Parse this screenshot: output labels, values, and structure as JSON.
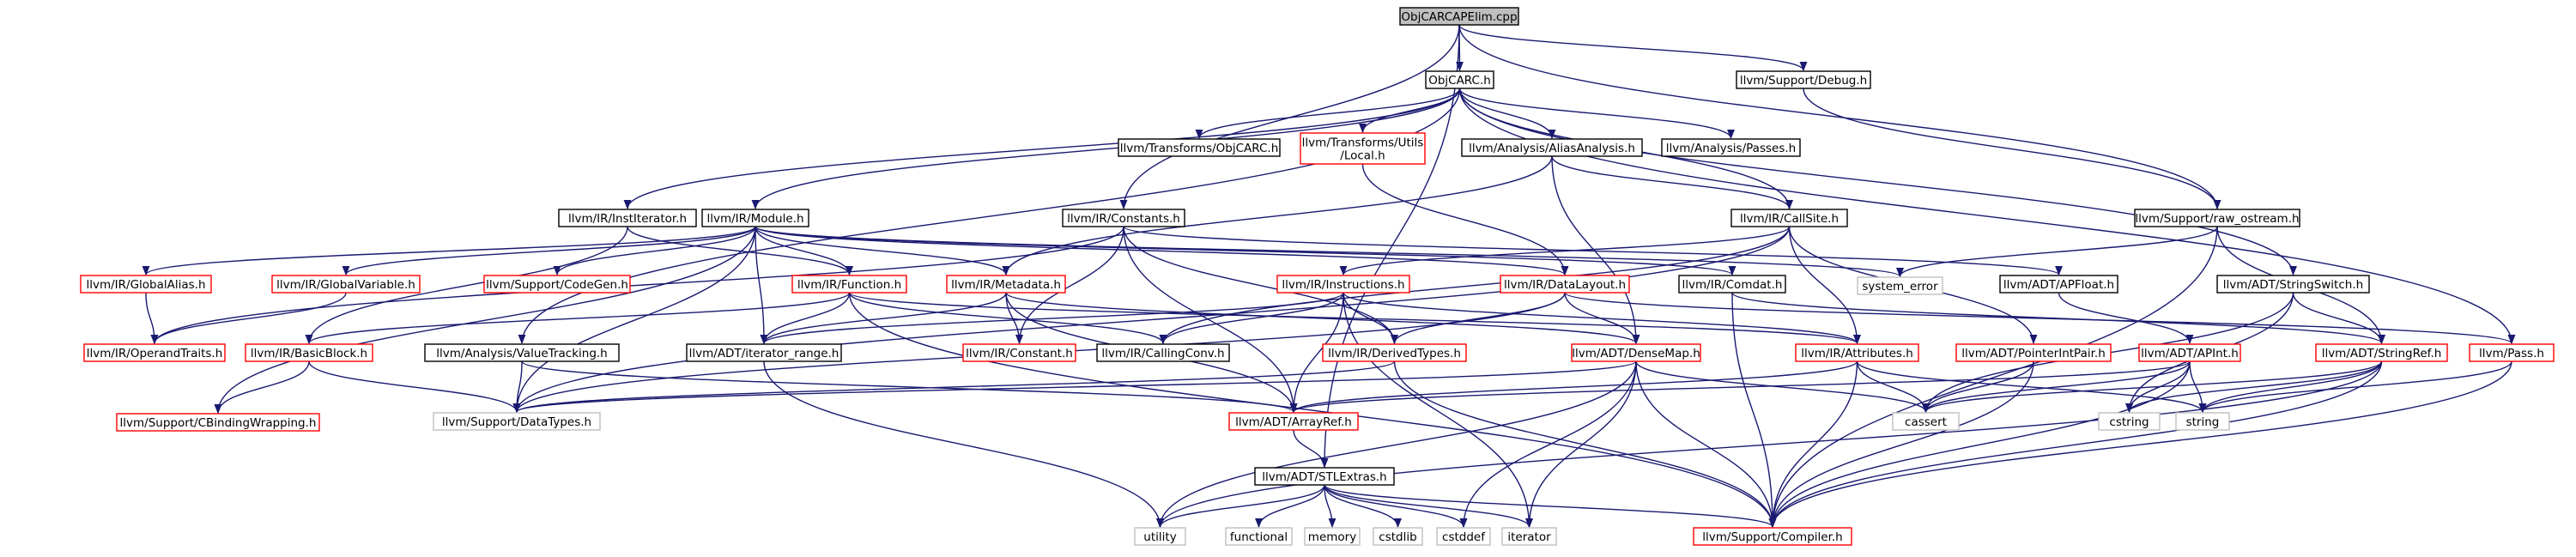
{
  "colors": {
    "edge": "#191970",
    "root_fill": "#bfbfbf",
    "normal_border": "#000000",
    "red_border": "#ff0000",
    "gray_border": "#bfbfbf",
    "text": "#000000"
  },
  "nodes": [
    {
      "id": "objcarcapelim",
      "label": "ObjCARCAPElim.cpp",
      "style": "root"
    },
    {
      "id": "objcarc",
      "label": "ObjCARC.h",
      "style": "normal"
    },
    {
      "id": "debug",
      "label": "llvm/Support/Debug.h",
      "style": "normal"
    },
    {
      "id": "institerator",
      "label": "llvm/IR/InstIterator.h",
      "style": "normal"
    },
    {
      "id": "module",
      "label": "llvm/IR/Module.h",
      "style": "normal"
    },
    {
      "id": "transforms_objcarc",
      "label": "llvm/Transforms/ObjCARC.h",
      "style": "normal"
    },
    {
      "id": "transforms_local",
      "label": "llvm/Transforms/Utils\n/Local.h",
      "style": "red"
    },
    {
      "id": "aliasanalysis",
      "label": "llvm/Analysis/AliasAnalysis.h",
      "style": "normal"
    },
    {
      "id": "passes",
      "label": "llvm/Analysis/Passes.h",
      "style": "normal"
    },
    {
      "id": "constants",
      "label": "llvm/IR/Constants.h",
      "style": "normal"
    },
    {
      "id": "callsite",
      "label": "llvm/IR/CallSite.h",
      "style": "normal"
    },
    {
      "id": "raw_ostream",
      "label": "llvm/Support/raw_ostream.h",
      "style": "normal"
    },
    {
      "id": "globalalias",
      "label": "llvm/IR/GlobalAlias.h",
      "style": "red"
    },
    {
      "id": "globalvariable",
      "label": "llvm/IR/GlobalVariable.h",
      "style": "red"
    },
    {
      "id": "codegen",
      "label": "llvm/Support/CodeGen.h",
      "style": "red"
    },
    {
      "id": "function",
      "label": "llvm/IR/Function.h",
      "style": "red"
    },
    {
      "id": "metadata",
      "label": "llvm/IR/Metadata.h",
      "style": "red"
    },
    {
      "id": "instructions",
      "label": "llvm/IR/Instructions.h",
      "style": "red"
    },
    {
      "id": "datalayout",
      "label": "llvm/IR/DataLayout.h",
      "style": "red"
    },
    {
      "id": "comdat",
      "label": "llvm/IR/Comdat.h",
      "style": "normal"
    },
    {
      "id": "system_error",
      "label": "system_error",
      "style": "gray"
    },
    {
      "id": "apfloat",
      "label": "llvm/ADT/APFloat.h",
      "style": "normal"
    },
    {
      "id": "stringswitch",
      "label": "llvm/ADT/StringSwitch.h",
      "style": "normal"
    },
    {
      "id": "operandtraits",
      "label": "llvm/IR/OperandTraits.h",
      "style": "red"
    },
    {
      "id": "basicblock",
      "label": "llvm/IR/BasicBlock.h",
      "style": "red"
    },
    {
      "id": "iterator_range",
      "label": "llvm/ADT/iterator_range.h",
      "style": "normal"
    },
    {
      "id": "ir_constant",
      "label": "llvm/IR/Constant.h",
      "style": "red"
    },
    {
      "id": "callingconv",
      "label": "llvm/IR/CallingConv.h",
      "style": "normal"
    },
    {
      "id": "derivedtypes",
      "label": "llvm/IR/DerivedTypes.h",
      "style": "red"
    },
    {
      "id": "densemap",
      "label": "llvm/ADT/DenseMap.h",
      "style": "red"
    },
    {
      "id": "attributes",
      "label": "llvm/IR/Attributes.h",
      "style": "red"
    },
    {
      "id": "pointerintpair",
      "label": "llvm/ADT/PointerIntPair.h",
      "style": "red"
    },
    {
      "id": "apint",
      "label": "llvm/ADT/APInt.h",
      "style": "red"
    },
    {
      "id": "stringref",
      "label": "llvm/ADT/StringRef.h",
      "style": "red"
    },
    {
      "id": "pass",
      "label": "llvm/Pass.h",
      "style": "red"
    },
    {
      "id": "cbindingwrapping",
      "label": "llvm/Support/CBindingWrapping.h",
      "style": "red"
    },
    {
      "id": "datatypes",
      "label": "llvm/Support/DataTypes.h",
      "style": "gray"
    },
    {
      "id": "valuetracking",
      "label": "llvm/Analysis/ValueTracking.h",
      "style": "normal"
    },
    {
      "id": "arrayref",
      "label": "llvm/ADT/ArrayRef.h",
      "style": "red"
    },
    {
      "id": "cassert",
      "label": "cassert",
      "style": "gray"
    },
    {
      "id": "cstring",
      "label": "cstring",
      "style": "gray"
    },
    {
      "id": "string",
      "label": "string",
      "style": "gray"
    },
    {
      "id": "stlextras",
      "label": "llvm/ADT/STLExtras.h",
      "style": "normal"
    },
    {
      "id": "utility",
      "label": "utility",
      "style": "gray"
    },
    {
      "id": "functional",
      "label": "functional",
      "style": "gray"
    },
    {
      "id": "memory",
      "label": "memory",
      "style": "gray"
    },
    {
      "id": "cstdlib",
      "label": "cstdlib",
      "style": "gray"
    },
    {
      "id": "cstddef",
      "label": "cstddef",
      "style": "gray"
    },
    {
      "id": "iterator",
      "label": "iterator",
      "style": "gray"
    },
    {
      "id": "compiler",
      "label": "llvm/Support/Compiler.h",
      "style": "red"
    }
  ],
  "edges": [
    [
      "objcarcapelim",
      "objcarc"
    ],
    [
      "objcarcapelim",
      "debug"
    ],
    [
      "objcarcapelim",
      "constants"
    ],
    [
      "objcarcapelim",
      "raw_ostream"
    ],
    [
      "objcarcapelim",
      "stlextras"
    ],
    [
      "objcarc",
      "institerator"
    ],
    [
      "objcarc",
      "module"
    ],
    [
      "objcarc",
      "transforms_objcarc"
    ],
    [
      "objcarc",
      "transforms_local"
    ],
    [
      "objcarc",
      "aliasanalysis"
    ],
    [
      "objcarc",
      "passes"
    ],
    [
      "objcarc",
      "callsite"
    ],
    [
      "objcarc",
      "stringswitch"
    ],
    [
      "objcarc",
      "pass"
    ],
    [
      "objcarc",
      "valuetracking"
    ],
    [
      "debug",
      "raw_ostream"
    ],
    [
      "institerator",
      "function"
    ],
    [
      "institerator",
      "basicblock"
    ],
    [
      "module",
      "globalalias"
    ],
    [
      "module",
      "globalvariable"
    ],
    [
      "module",
      "codegen"
    ],
    [
      "module",
      "function"
    ],
    [
      "module",
      "metadata"
    ],
    [
      "module",
      "datalayout"
    ],
    [
      "module",
      "comdat"
    ],
    [
      "module",
      "system_error"
    ],
    [
      "module",
      "cbindingwrapping"
    ],
    [
      "module",
      "datatypes"
    ],
    [
      "module",
      "iterator_range"
    ],
    [
      "transforms_local",
      "datalayout"
    ],
    [
      "aliasanalysis",
      "callsite"
    ],
    [
      "aliasanalysis",
      "metadata"
    ],
    [
      "aliasanalysis",
      "densemap"
    ],
    [
      "constants",
      "apfloat"
    ],
    [
      "constants",
      "ir_constant"
    ],
    [
      "constants",
      "derivedtypes"
    ],
    [
      "constants",
      "operandtraits"
    ],
    [
      "constants",
      "arrayref"
    ],
    [
      "callsite",
      "instructions"
    ],
    [
      "callsite",
      "attributes"
    ],
    [
      "callsite",
      "callingconv"
    ],
    [
      "callsite",
      "pointerintpair"
    ],
    [
      "callsite",
      "datatypes"
    ],
    [
      "raw_ostream",
      "system_error"
    ],
    [
      "raw_ostream",
      "stringref"
    ],
    [
      "raw_ostream",
      "compiler"
    ],
    [
      "globalalias",
      "operandtraits"
    ],
    [
      "globalvariable",
      "operandtraits"
    ],
    [
      "function",
      "basicblock"
    ],
    [
      "function",
      "iterator_range"
    ],
    [
      "function",
      "callingconv"
    ],
    [
      "function",
      "attributes"
    ],
    [
      "function",
      "compiler"
    ],
    [
      "metadata",
      "ir_constant"
    ],
    [
      "metadata",
      "iterator_range"
    ],
    [
      "metadata",
      "densemap"
    ],
    [
      "metadata",
      "arrayref"
    ],
    [
      "instructions",
      "iterator_range"
    ],
    [
      "instructions",
      "callingconv"
    ],
    [
      "instructions",
      "derivedtypes"
    ],
    [
      "instructions",
      "attributes"
    ],
    [
      "instructions",
      "arrayref"
    ],
    [
      "instructions",
      "iterator"
    ],
    [
      "datalayout",
      "derivedtypes"
    ],
    [
      "datalayout",
      "densemap"
    ],
    [
      "datalayout",
      "pass"
    ],
    [
      "datalayout",
      "datatypes"
    ],
    [
      "comdat",
      "stringref"
    ],
    [
      "comdat",
      "compiler"
    ],
    [
      "apfloat",
      "apint"
    ],
    [
      "stringswitch",
      "stringref"
    ],
    [
      "stringswitch",
      "cstring"
    ],
    [
      "stringswitch",
      "cassert"
    ],
    [
      "basicblock",
      "cbindingwrapping"
    ],
    [
      "basicblock",
      "datatypes"
    ],
    [
      "iterator_range",
      "utility"
    ],
    [
      "derivedtypes",
      "datatypes"
    ],
    [
      "derivedtypes",
      "compiler"
    ],
    [
      "densemap",
      "cassert"
    ],
    [
      "densemap",
      "compiler"
    ],
    [
      "densemap",
      "cstddef"
    ],
    [
      "densemap",
      "iterator"
    ],
    [
      "densemap",
      "utility"
    ],
    [
      "densemap",
      "datatypes"
    ],
    [
      "attributes",
      "arrayref"
    ],
    [
      "attributes",
      "cassert"
    ],
    [
      "attributes",
      "compiler"
    ],
    [
      "attributes",
      "string"
    ],
    [
      "pointerintpair",
      "cassert"
    ],
    [
      "pointerintpair",
      "compiler"
    ],
    [
      "apint",
      "arrayref"
    ],
    [
      "apint",
      "cassert"
    ],
    [
      "apint",
      "cstring"
    ],
    [
      "apint",
      "string"
    ],
    [
      "apint",
      "compiler"
    ],
    [
      "stringref",
      "cassert"
    ],
    [
      "stringref",
      "cstring"
    ],
    [
      "stringref",
      "string"
    ],
    [
      "stringref",
      "utility"
    ],
    [
      "stringref",
      "compiler"
    ],
    [
      "pass",
      "string"
    ],
    [
      "pass",
      "compiler"
    ],
    [
      "valuetracking",
      "datatypes"
    ],
    [
      "valuetracking",
      "arrayref"
    ],
    [
      "arrayref",
      "stlextras"
    ],
    [
      "stlextras",
      "utility"
    ],
    [
      "stlextras",
      "functional"
    ],
    [
      "stlextras",
      "memory"
    ],
    [
      "stlextras",
      "cstdlib"
    ],
    [
      "stlextras",
      "cstddef"
    ],
    [
      "stlextras",
      "iterator"
    ],
    [
      "stlextras",
      "compiler"
    ]
  ]
}
